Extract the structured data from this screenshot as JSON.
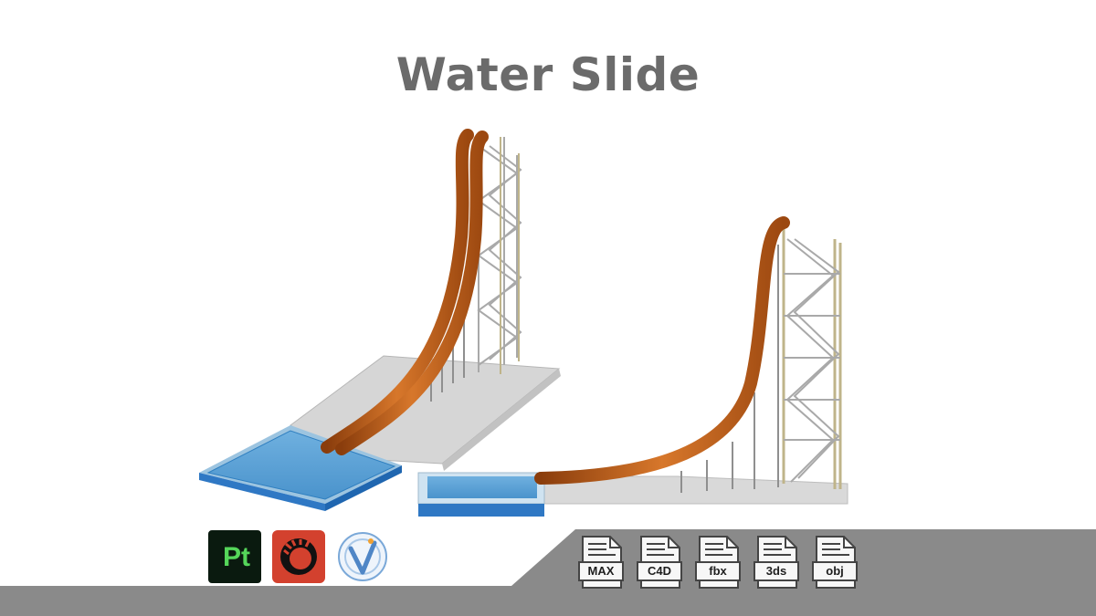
{
  "title": "Water Slide",
  "software": [
    {
      "name": "pt-icon",
      "label": "Pt",
      "color": "#55d65a"
    },
    {
      "name": "corona-icon"
    },
    {
      "name": "vray-icon"
    }
  ],
  "formats": [
    "MAX",
    "C4D",
    "fbx",
    "3ds",
    "obj"
  ],
  "colors": {
    "title": "#6b6b6b",
    "slide": "#c2621d",
    "pool": "#3a8fd4",
    "bar": "#8a8a8a",
    "icon_bg": "#f7f7f7"
  }
}
